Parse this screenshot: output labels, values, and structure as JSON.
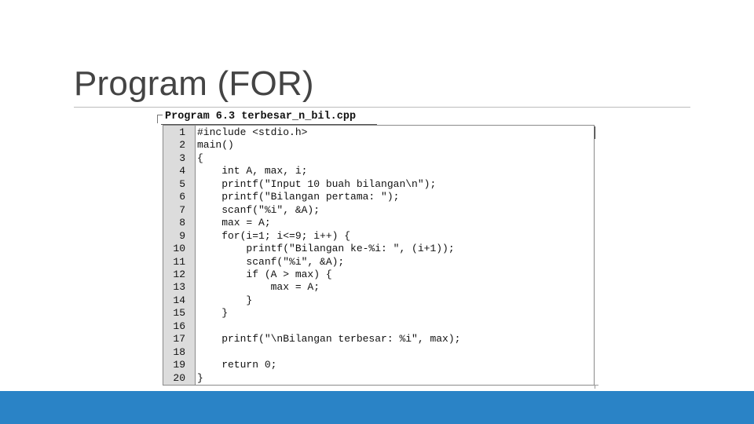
{
  "slide": {
    "title": "Program (FOR)"
  },
  "figure": {
    "caption": "Program 6.3 terbesar_n_bil.cpp",
    "lines": [
      {
        "num": "1",
        "code": "#include <stdio.h>"
      },
      {
        "num": "2",
        "code": "main()"
      },
      {
        "num": "3",
        "code": "{"
      },
      {
        "num": "4",
        "code": "    int A, max, i;"
      },
      {
        "num": "5",
        "code": "    printf(\"Input 10 buah bilangan\\n\");"
      },
      {
        "num": "6",
        "code": "    printf(\"Bilangan pertama: \");"
      },
      {
        "num": "7",
        "code": "    scanf(\"%i\", &A);"
      },
      {
        "num": "8",
        "code": "    max = A;"
      },
      {
        "num": "9",
        "code": "    for(i=1; i<=9; i++) {"
      },
      {
        "num": "10",
        "code": "        printf(\"Bilangan ke-%i: \", (i+1));"
      },
      {
        "num": "11",
        "code": "        scanf(\"%i\", &A);"
      },
      {
        "num": "12",
        "code": "        if (A > max) {"
      },
      {
        "num": "13",
        "code": "            max = A;"
      },
      {
        "num": "14",
        "code": "        }"
      },
      {
        "num": "15",
        "code": "    }"
      },
      {
        "num": "16",
        "code": ""
      },
      {
        "num": "17",
        "code": "    printf(\"\\nBilangan terbesar: %i\", max);"
      },
      {
        "num": "18",
        "code": ""
      },
      {
        "num": "19",
        "code": "    return 0;"
      },
      {
        "num": "20",
        "code": "}"
      }
    ]
  },
  "colors": {
    "title": "#444444",
    "gutter": "#dcdcdc",
    "accent_bar": "#2a83c6"
  }
}
